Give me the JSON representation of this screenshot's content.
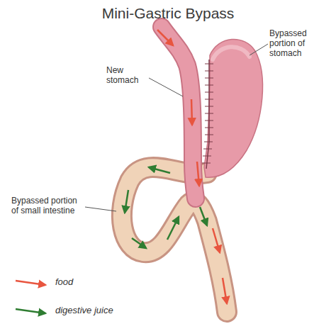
{
  "diagram": {
    "title": "Mini-Gastric Bypass",
    "labels": [
      "Bypassed portion of stomach",
      "New stomach",
      "Bypassed portion of small intestine"
    ],
    "legend": [
      {
        "text": "food"
      },
      {
        "text": "digestive juice"
      }
    ]
  }
}
